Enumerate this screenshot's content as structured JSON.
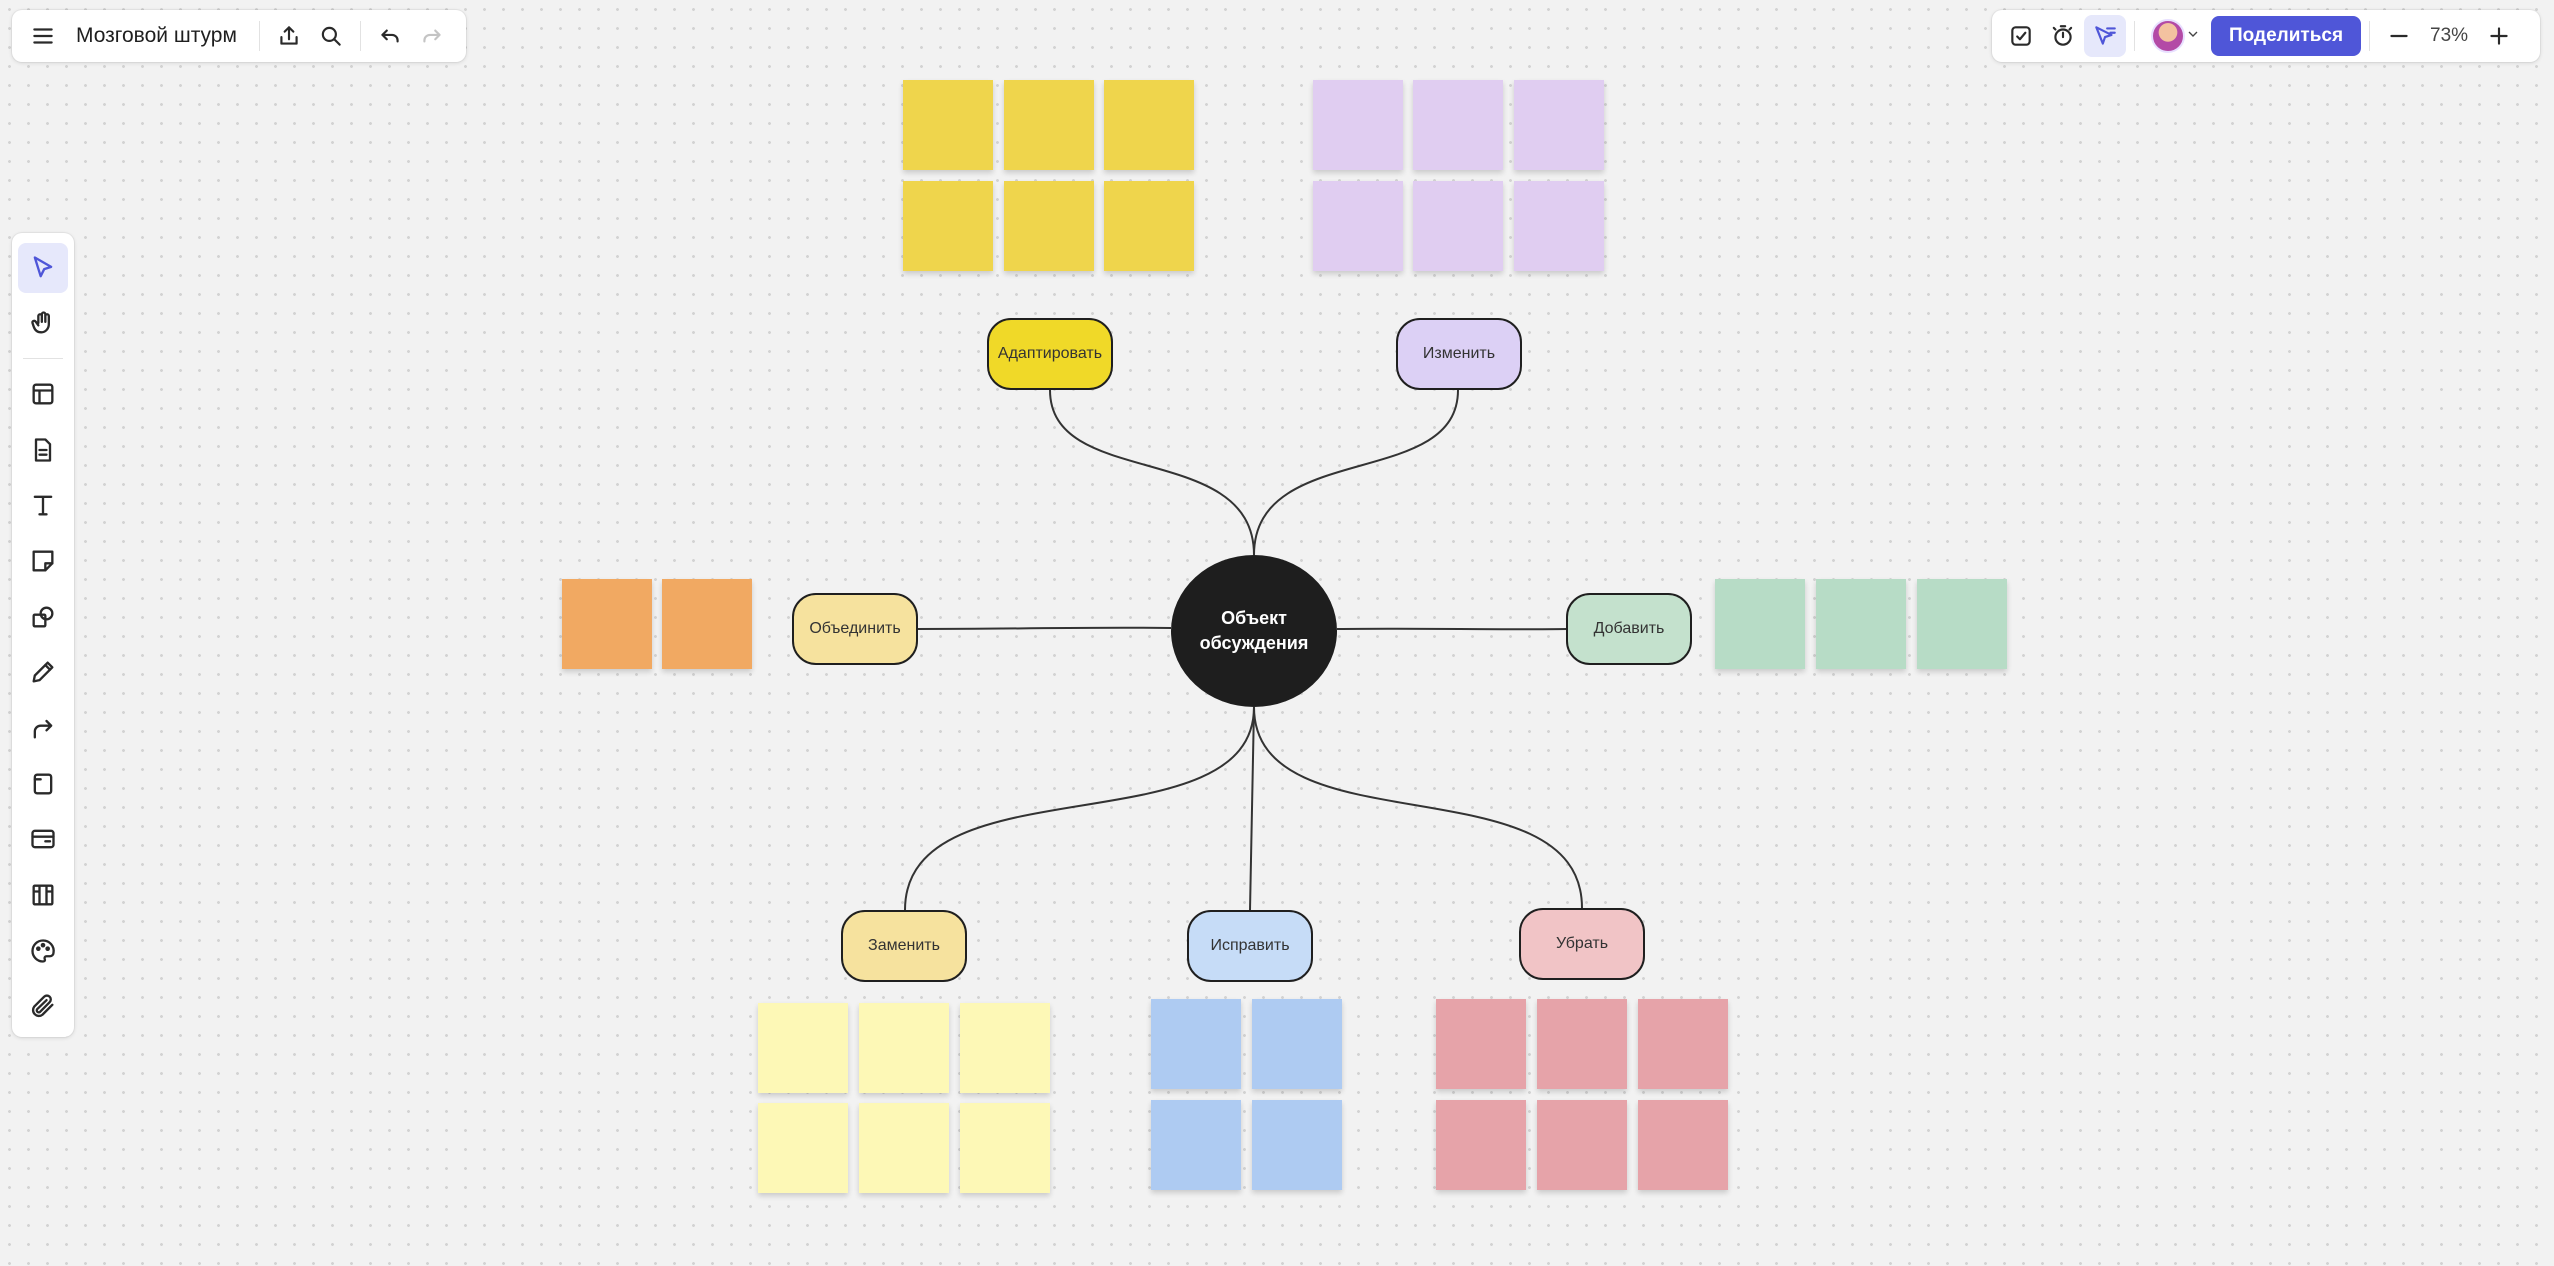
{
  "header": {
    "title": "Мозговой штурм",
    "share_label": "Поделиться",
    "zoom": "73%"
  },
  "colors": {
    "accent": "#4f56d8",
    "center": "#1e1e1e",
    "sticky_yellow": "#efd54c",
    "sticky_lavender": "#e0cdf1",
    "sticky_orange": "#f1a962",
    "sticky_mint": "#b7dcc6",
    "sticky_pale_yellow": "#fdf8b6",
    "sticky_blue": "#aecbf2",
    "sticky_pink": "#e6a3a9"
  },
  "mindmap": {
    "center_label": "Объект\nобсуждения",
    "nodes": [
      {
        "id": "adapt",
        "label": "Адаптировать",
        "color": "#f0d928"
      },
      {
        "id": "change",
        "label": "Изменить",
        "color": "#dcd0f5"
      },
      {
        "id": "combine",
        "label": "Объединить",
        "color": "#f6e29e"
      },
      {
        "id": "add",
        "label": "Добавить",
        "color": "#c4e1cd"
      },
      {
        "id": "replace",
        "label": "Заменить",
        "color": "#f6e29e"
      },
      {
        "id": "fix",
        "label": "Исправить",
        "color": "#c6dcf7"
      },
      {
        "id": "remove",
        "label": "Убрать",
        "color": "#f1c4c6"
      }
    ]
  },
  "sticky_groups": [
    {
      "id": "adapt-notes",
      "color": "#efd54c",
      "count": 6
    },
    {
      "id": "change-notes",
      "color": "#e0cdf1",
      "count": 6
    },
    {
      "id": "combine-notes",
      "color": "#f1a962",
      "count": 2
    },
    {
      "id": "add-notes",
      "color": "#b7dcc6",
      "count": 3
    },
    {
      "id": "replace-notes",
      "color": "#fdf8b6",
      "count": 6
    },
    {
      "id": "fix-notes",
      "color": "#aecbf2",
      "count": 4
    },
    {
      "id": "remove-notes",
      "color": "#e6a3a9",
      "count": 6
    }
  ],
  "toolbar_left_icons": [
    "select-icon",
    "hand-icon",
    "frame-icon",
    "document-icon",
    "text-icon",
    "sticky-note-icon",
    "shapes-icon",
    "pen-icon",
    "connector-icon",
    "card-icon",
    "embed-icon",
    "kanban-icon",
    "palette-icon",
    "attachment-icon"
  ]
}
